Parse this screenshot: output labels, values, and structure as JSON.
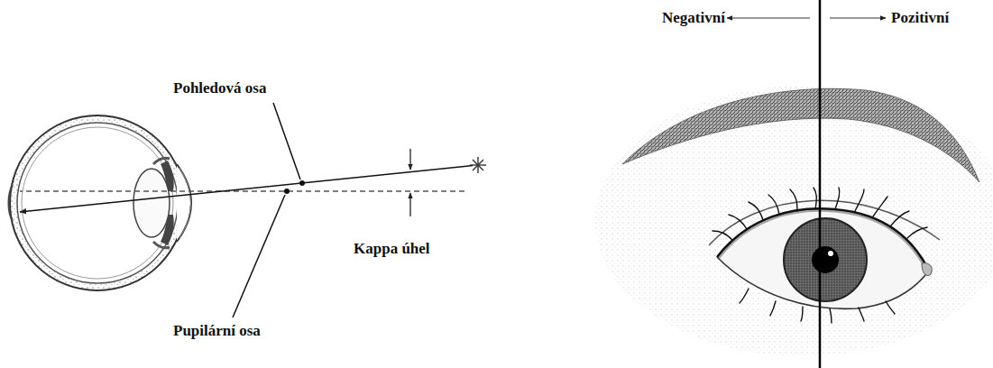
{
  "diagram": {
    "labels": [
      "Pohledová osa",
      "Kappa úhel",
      "Pupilární osa",
      "Negativní",
      "Pozitivní"
    ]
  }
}
